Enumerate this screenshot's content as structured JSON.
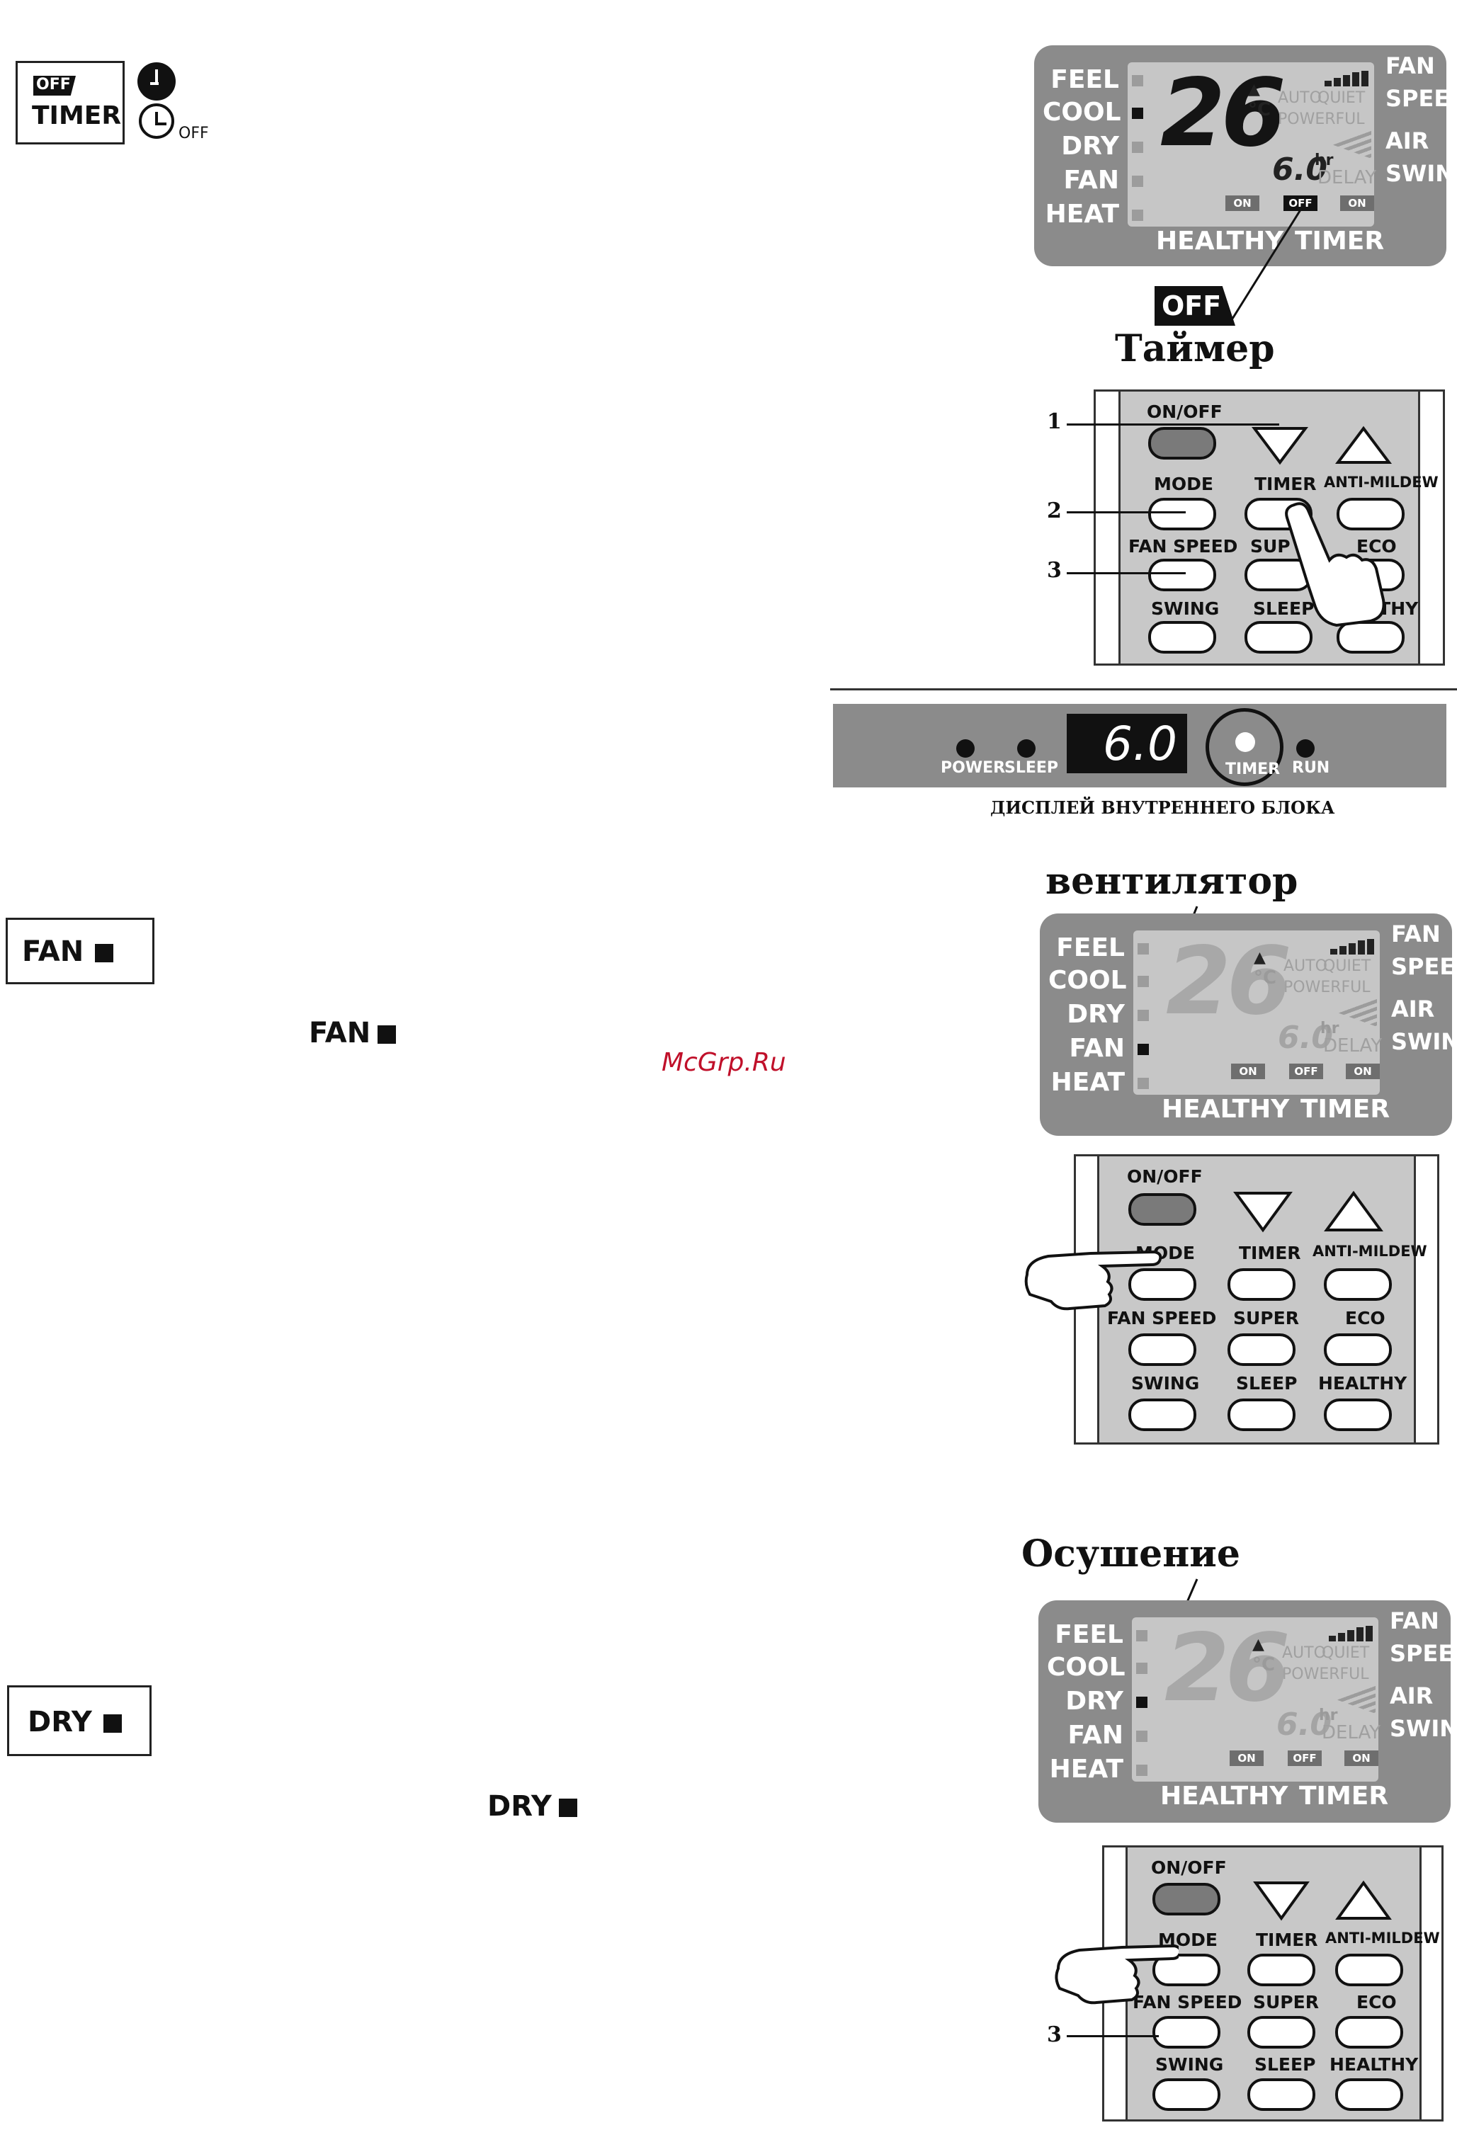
{
  "watermark": "McGrp.Ru",
  "timer_section": {
    "off_badge": "OFF",
    "timer_label": "TIMER",
    "clock_off_sub": "OFF",
    "heading": "Таймер",
    "off_callout": "OFF",
    "indoor_caption": "ДИСПЛЕЙ ВНУТРЕННЕГО БЛОКА",
    "indoor": {
      "power": "POWER",
      "sleep": "SLEEP",
      "readout": "6.0",
      "timer": "TIMER",
      "run": "RUN"
    },
    "callouts": [
      "1",
      "2",
      "3"
    ]
  },
  "fan_section": {
    "box_label": "FAN",
    "inline_label": "FAN",
    "heading": "вентилятор"
  },
  "dry_section": {
    "box_label": "DRY",
    "inline_label": "DRY",
    "heading": "Осушение",
    "callout": "3"
  },
  "lcd": {
    "modes": [
      "FEEL",
      "COOL",
      "DRY",
      "FAN",
      "HEAT"
    ],
    "temperature": "26",
    "degree": "°C",
    "auto": "AUTO",
    "quiet": "QUIET",
    "powerful": "POWERFUL",
    "hours": "6.0",
    "hr": "hr",
    "delay": "DELAY",
    "on": "ON",
    "off": "OFF",
    "fan": "FAN",
    "speed": "SPEED",
    "air": "AIR",
    "swing": "SWING",
    "healthy": "HEALTHY",
    "timer": "TIMER"
  },
  "remote": {
    "on_off": "ON/OFF",
    "mode": "MODE",
    "timer": "TIMER",
    "anti_mildew": "ANTI-MILDEW",
    "fan_speed": "FAN SPEED",
    "super": "SUPER",
    "super_partial": "SUP",
    "eco": "ECO",
    "swing": "SWING",
    "sleep": "SLEEP",
    "healthy": "HEALTHY"
  }
}
